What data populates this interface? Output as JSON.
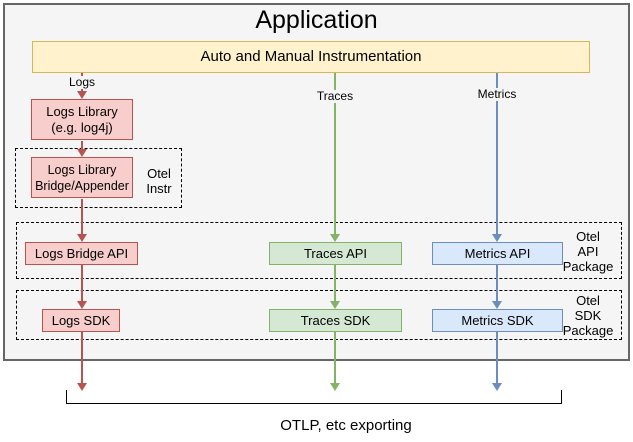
{
  "colors": {
    "container_fill": "#f5f5f5",
    "container_border": "#666666",
    "yellow_fill": "#fff2cc",
    "yellow_border": "#d6b656",
    "red_fill": "#f8cecc",
    "red_border": "#b85450",
    "green_fill": "#d5e8d4",
    "green_border": "#82b366",
    "blue_fill": "#dae8fc",
    "blue_border": "#6c8ebf"
  },
  "application": {
    "title": "Application"
  },
  "instrumentation": {
    "label": "Auto and Manual Instrumentation"
  },
  "pipelines": {
    "logs_label": "Logs",
    "traces_label": "Traces",
    "metrics_label": "Metrics"
  },
  "nodes": {
    "logs_library": "Logs Library\n(e.g. log4j)",
    "logs_bridge_appender": "Logs Library\nBridge/Appender",
    "logs_bridge_api": "Logs Bridge API",
    "traces_api": "Traces API",
    "metrics_api": "Metrics API",
    "logs_sdk": "Logs SDK",
    "traces_sdk": "Traces SDK",
    "metrics_sdk": "Metrics SDK"
  },
  "groups": {
    "otel_instr": "Otel\nInstr",
    "otel_api_package": "Otel\nAPI\nPackage",
    "otel_sdk_package": "Otel\nSDK\nPackage"
  },
  "footer": {
    "exporting_label": "OTLP, etc exporting"
  }
}
